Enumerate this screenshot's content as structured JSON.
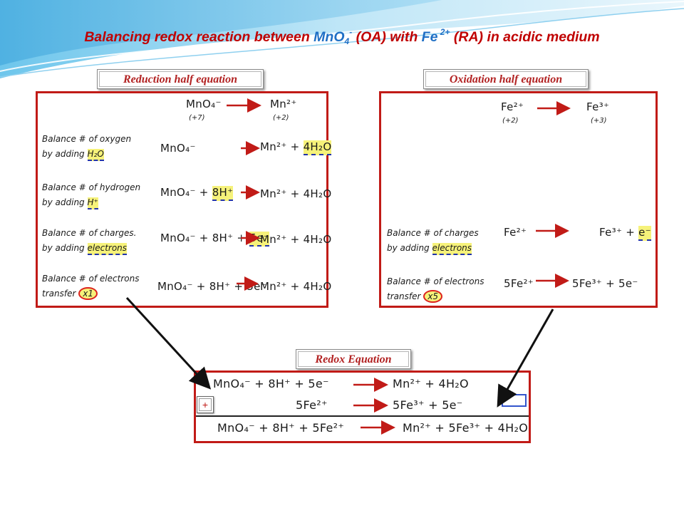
{
  "title": {
    "part1": "Balancing redox reaction between ",
    "oa_species": "MnO",
    "oa_sub": "4",
    "oa_sup": "-",
    "part2": " (OA) with ",
    "ra_species": "Fe",
    "ra_sup": " 2+",
    "part3": " (RA) in acidic medium"
  },
  "labels": {
    "reduction": "Reduction half equation",
    "oxidation": "Oxidation half equation",
    "redox": "Redox Equation"
  },
  "reduction": {
    "top_left": "MnO₄⁻",
    "top_left_ox": "(+7)",
    "top_right": "Mn²⁺",
    "top_right_ox": "(+2)",
    "steps": [
      {
        "line1": "Balance # of oxygen",
        "line2": "by adding ",
        "hl": "H₂O",
        "lhs": "MnO₄⁻",
        "rhs": "Mn²⁺ + ",
        "rhs_hl": "4H₂O"
      },
      {
        "line1": "Balance # of hydrogen",
        "line2": "by adding ",
        "hl": "H⁺",
        "lhs": "MnO₄⁻ + ",
        "lhs_hl": "8H⁺",
        "rhs": "Mn²⁺ + 4H₂O"
      },
      {
        "line1": "Balance # of charges.",
        "line2": "by adding ",
        "hl": "electrons",
        "lhs": "MnO₄⁻ + 8H⁺ + ",
        "lhs_hl": "5e⁻",
        "rhs": "Mn²⁺ + 4H₂O"
      },
      {
        "line1": "Balance # of electrons",
        "line2": "transfer ",
        "hl": "x1",
        "lhs": "MnO₄⁻ + 8H⁺ + 5e⁻",
        "rhs": "Mn²⁺ + 4H₂O"
      }
    ]
  },
  "oxidation": {
    "top_left": "Fe²⁺",
    "top_left_ox": "(+2)",
    "top_right": "Fe³⁺",
    "top_right_ox": "(+3)",
    "steps": [
      {
        "line1": "Balance # of charges",
        "line2": "by adding ",
        "hl": "electrons",
        "lhs": "Fe²⁺",
        "rhs": "Fe³⁺ + ",
        "rhs_hl": "e⁻"
      },
      {
        "line1": "Balance # of electrons",
        "line2": "transfer ",
        "hl": "x5",
        "lhs": "5Fe²⁺",
        "rhs": "5Fe³⁺ + 5e⁻"
      }
    ]
  },
  "redox": {
    "plus": "+",
    "rows": [
      {
        "lhs": "MnO₄⁻ + 8H⁺ + 5e⁻",
        "rhs": "Mn²⁺ +  4H₂O"
      },
      {
        "lhs": "5Fe²⁺",
        "rhs": "5Fe³⁺ +  5e⁻"
      },
      {
        "lhs": "MnO₄⁻ + 8H⁺ + 5Fe²⁺",
        "rhs": "Mn²⁺ + 5Fe³⁺ + 4H₂O"
      }
    ]
  },
  "colors": {
    "title_red": "#c00000",
    "title_blue": "#1f6fc5",
    "panel_border": "#c11b17",
    "highlight": "#f6f27a",
    "arrow_red": "#c11b17",
    "underline_blue": "#2233aa"
  }
}
